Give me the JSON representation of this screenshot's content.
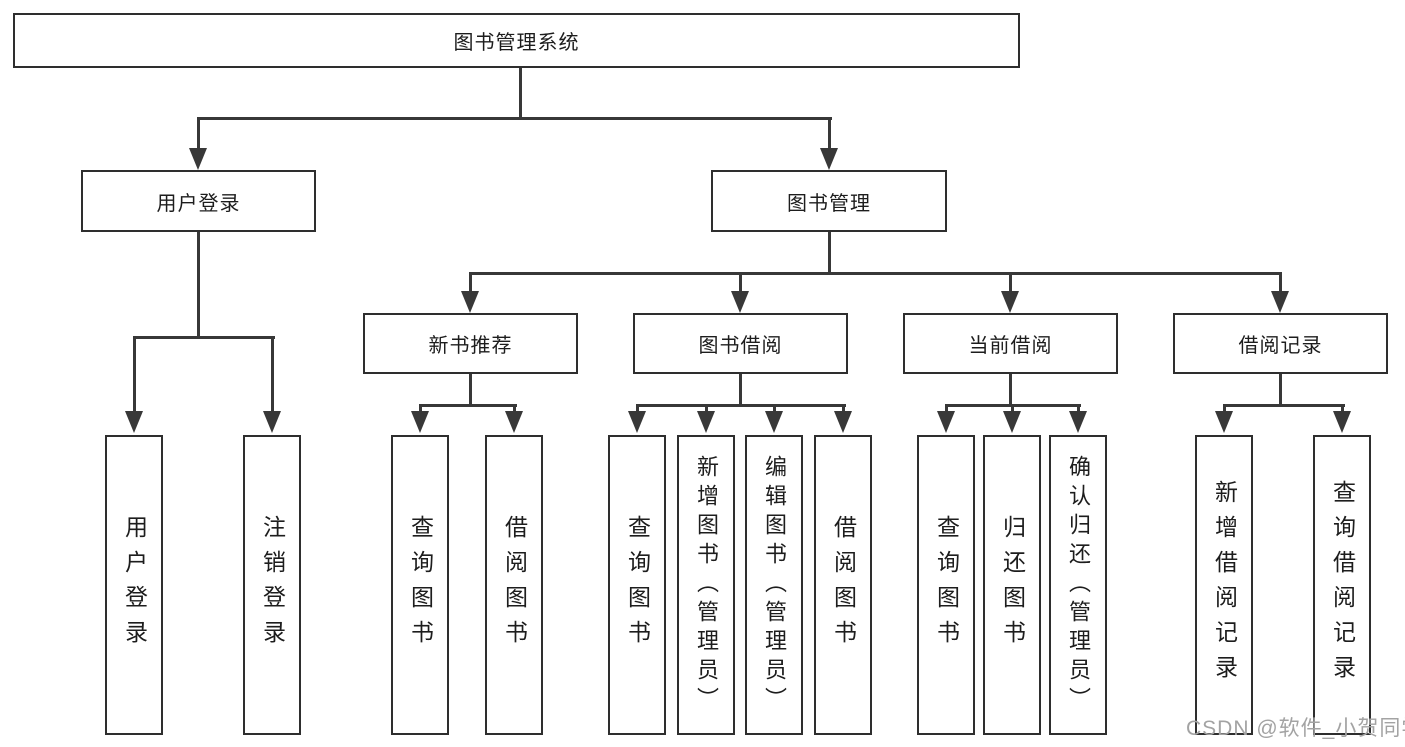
{
  "diagram": {
    "root": {
      "label": "图书管理系统",
      "children": [
        {
          "label": "用户登录",
          "children": [
            {
              "label": "用户登录"
            },
            {
              "label": "注销登录"
            }
          ]
        },
        {
          "label": "图书管理",
          "children": [
            {
              "label": "新书推荐",
              "children": [
                {
                  "label": "查询图书"
                },
                {
                  "label": "借阅图书"
                }
              ]
            },
            {
              "label": "图书借阅",
              "children": [
                {
                  "label": "查询图书"
                },
                {
                  "label": "新增图书（管理员）"
                },
                {
                  "label": "编辑图书（管理员）"
                },
                {
                  "label": "借阅图书"
                }
              ]
            },
            {
              "label": "当前借阅",
              "children": [
                {
                  "label": "查询图书"
                },
                {
                  "label": "归还图书"
                },
                {
                  "label": "确认归还（管理员）"
                }
              ]
            },
            {
              "label": "借阅记录",
              "children": [
                {
                  "label": "新增借阅记录"
                },
                {
                  "label": "查询借阅记录"
                }
              ]
            }
          ]
        }
      ]
    }
  },
  "watermark": {
    "text": "CSDN @软件_小贺同学"
  },
  "colors": {
    "background": "#ffffff",
    "box_fill": "#ffffff",
    "box_border": "#2e2e2e",
    "line": "#383838",
    "text": "#1d1d1d",
    "watermark": "#a3a3a3"
  }
}
